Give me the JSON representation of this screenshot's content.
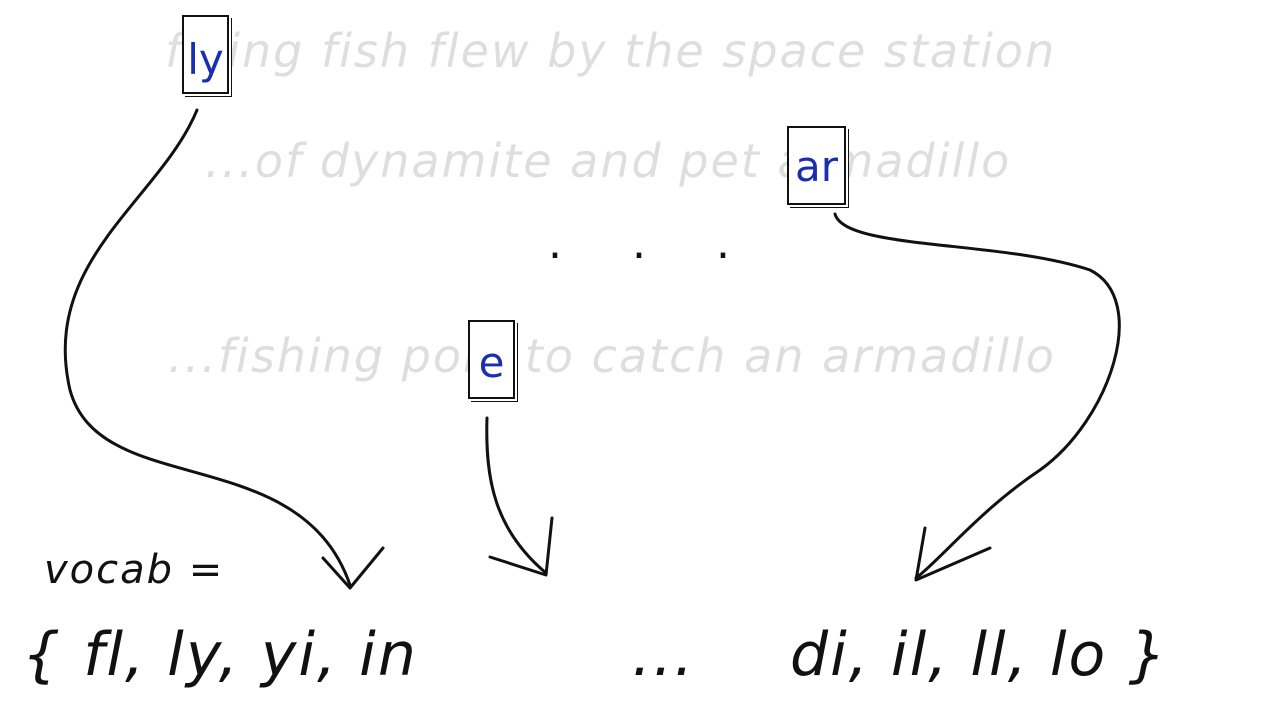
{
  "sentences": {
    "s1": "flying fish flew by the space station",
    "s2": "...of dynamite and pet armadillo",
    "s3": "...fishing pole to catch an armadillo"
  },
  "highlights": {
    "h1": "ly",
    "h2": "ar",
    "h3": "e"
  },
  "ellipsis_middle": ". . .",
  "vocab": {
    "label": "vocab =",
    "left": "{ fl, ly, yi, in",
    "mid": "...",
    "right": "di, il, ll, lo }"
  },
  "colors": {
    "highlight_text": "#1a2fb0",
    "faded_text": "#dedede",
    "ink": "#111111"
  }
}
